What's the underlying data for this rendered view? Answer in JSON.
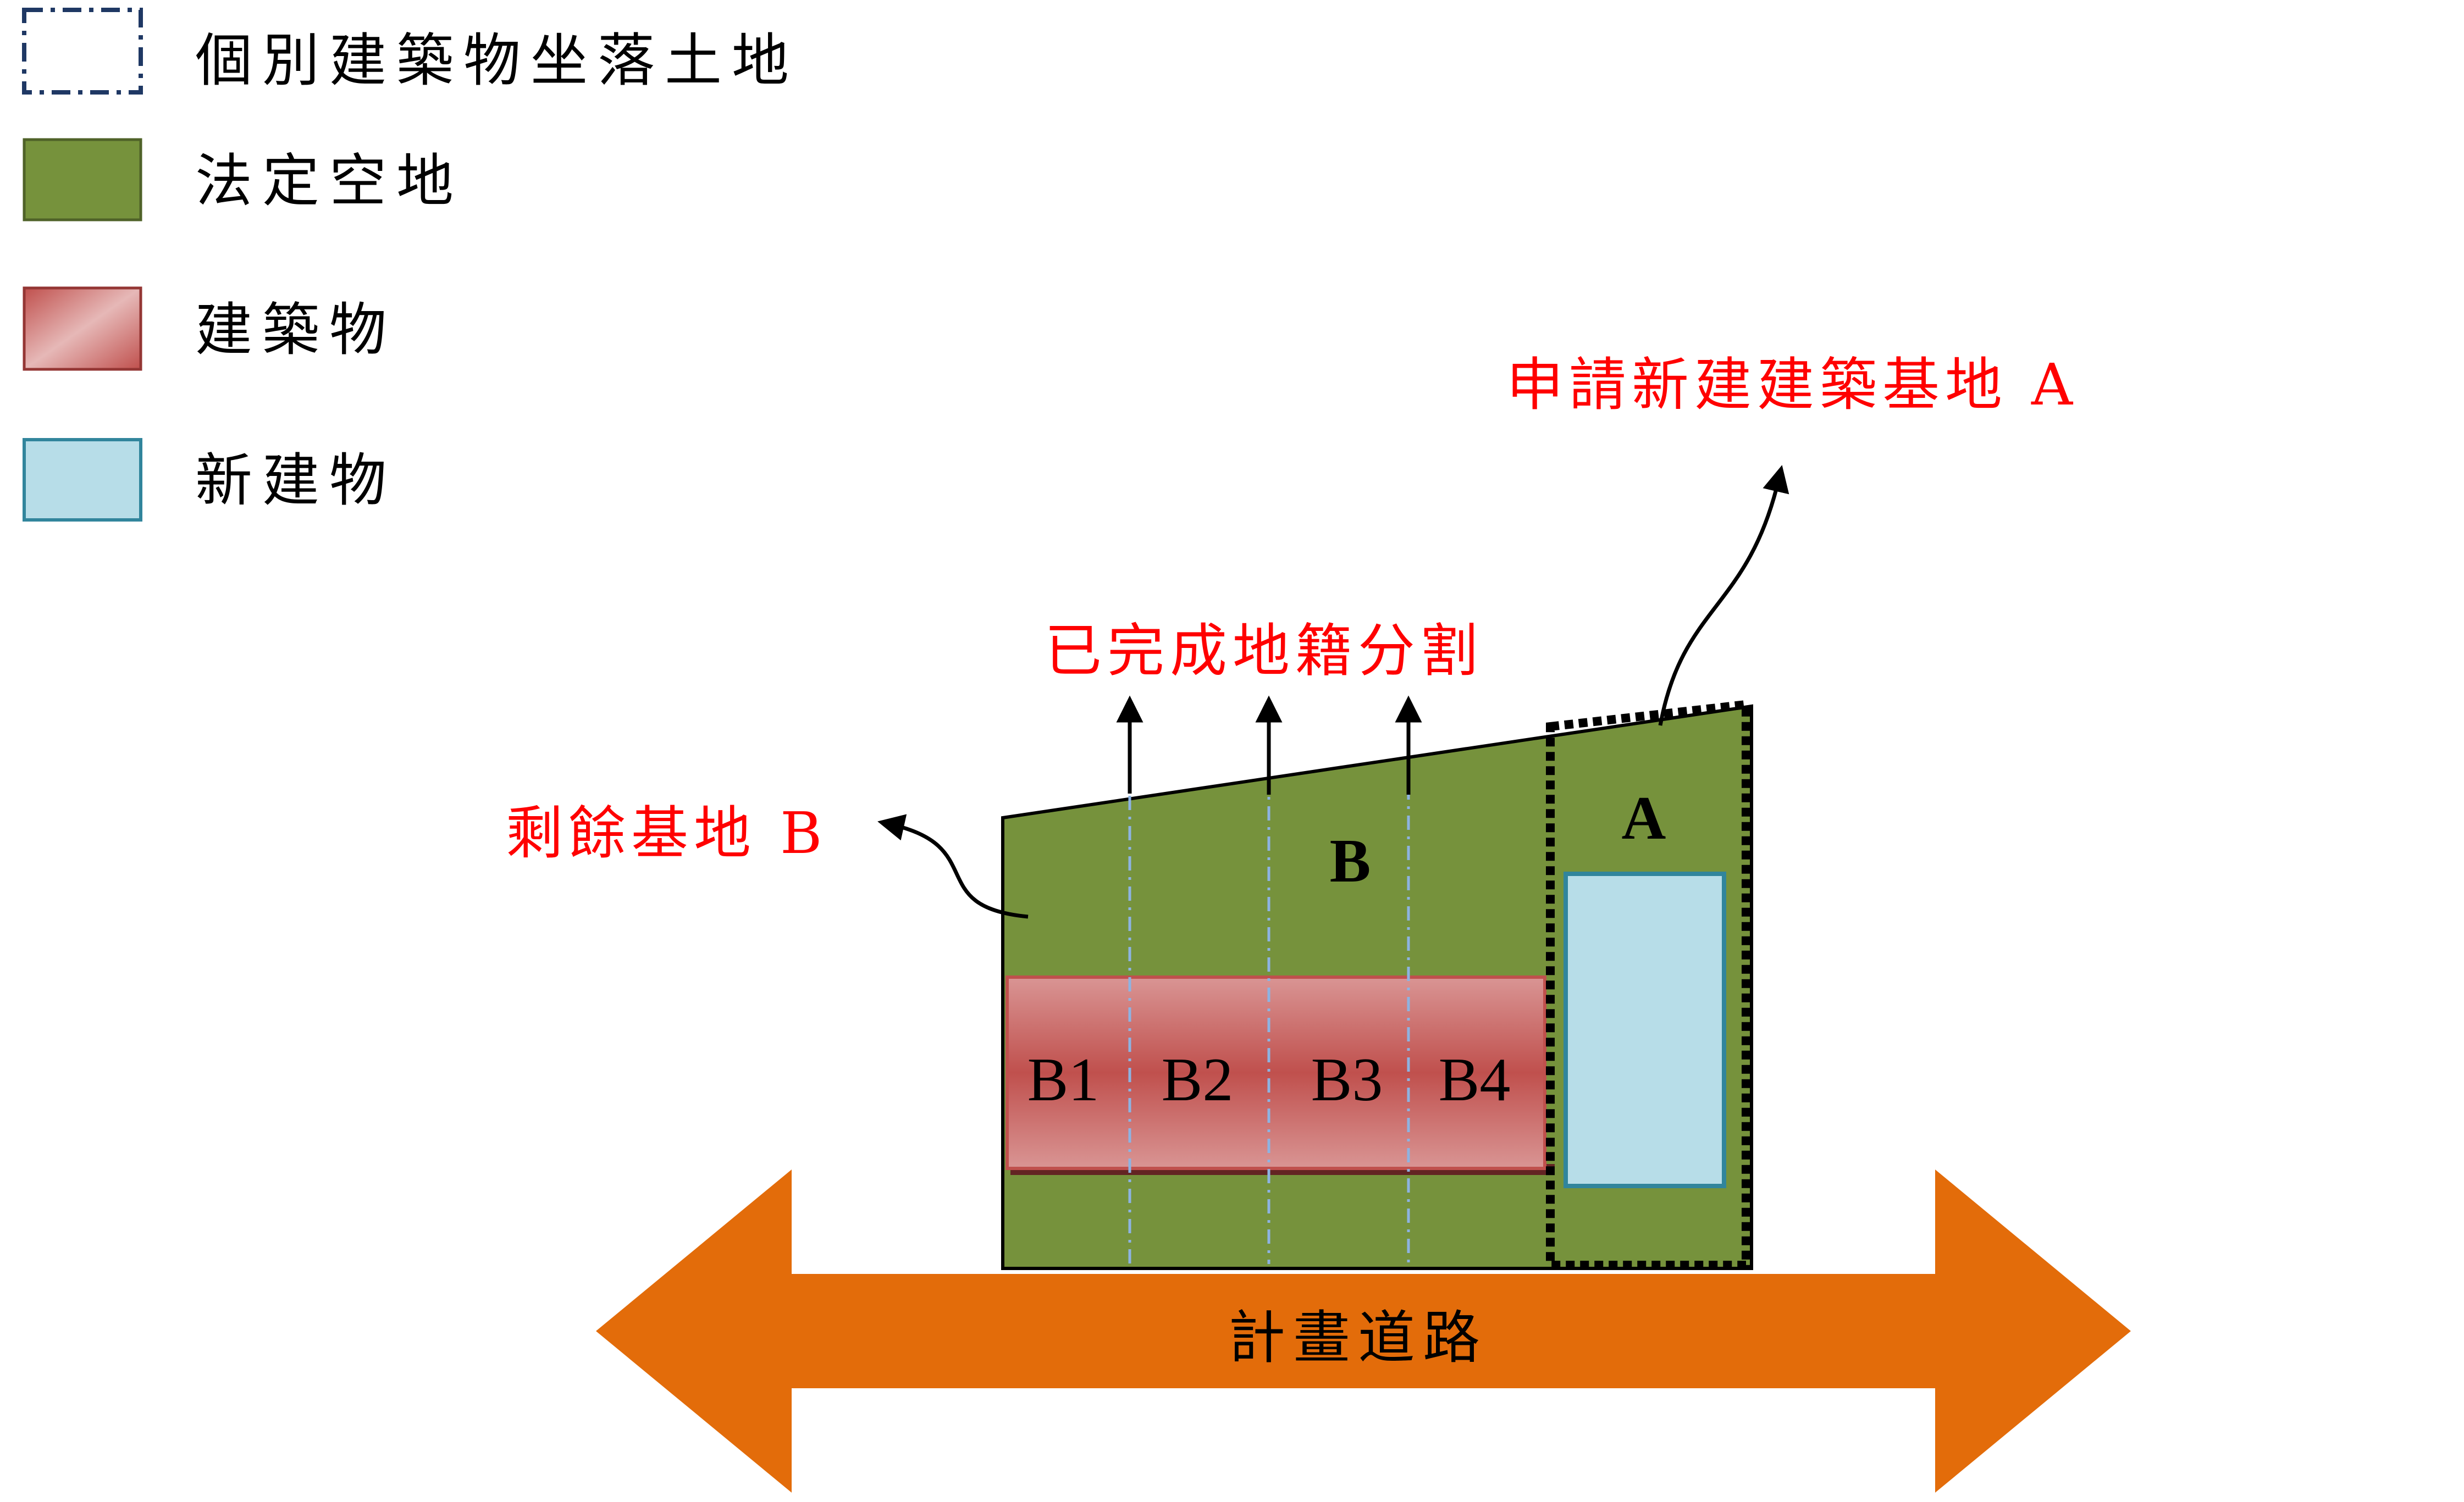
{
  "legend": {
    "items": [
      {
        "label": "個別建築物坐落土地"
      },
      {
        "label": "法定空地"
      },
      {
        "label": "建築物"
      },
      {
        "label": "新建物"
      }
    ]
  },
  "labels": {
    "site_a": "申請新建建築基地 A",
    "subdivision": "已完成地籍分割",
    "site_b": "剩餘基地 B",
    "b_mark": "B",
    "a_mark": "A",
    "road": "計畫道路"
  },
  "units": [
    "B1",
    "B2",
    "B3",
    "B4"
  ],
  "colors": {
    "open_space": "#76923c",
    "building": "#c0504d",
    "new_building": "#b7dde8",
    "road": "#e36c0a",
    "label_red": "#ff0000",
    "legend_dash": "#1f3864"
  }
}
